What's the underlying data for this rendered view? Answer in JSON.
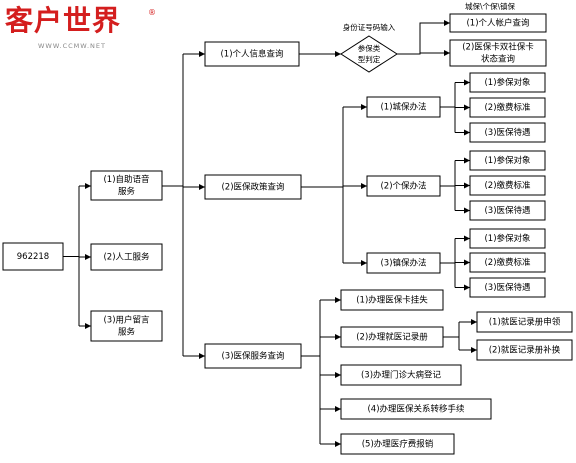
{
  "logo": {
    "title": "客户世界",
    "url": "WWW.CCMW.NET",
    "reg": "®"
  },
  "labels": {
    "idcard_input": "身份证号码输入",
    "insurance_types": "城保\\个保\\镇保"
  },
  "decision": {
    "line1": "参保类",
    "line2": "型判定"
  },
  "nodes": {
    "root": "962218",
    "self_service": [
      "(1)自助语音",
      "服务"
    ],
    "manual": "(2)人工服务",
    "message": [
      "(3)用户留言",
      "服务"
    ],
    "personal_info": "(1)个人信息查询",
    "account_query": "(1)个人帐户查询",
    "card_status": [
      "(2)医保卡双社保卡",
      "状态查询"
    ],
    "policy_query": "(2)医保政策查询",
    "city_ins": "(1)城保办法",
    "personal_ins": "(2)个保办法",
    "town_ins": "(3)镇保办法",
    "insured": "(1)参保对象",
    "payment": "(2)缴费标准",
    "benefits": "(3)医保待遇",
    "services": "(3)医保服务查询",
    "svc_card_loss": "(1)办理医保卡挂失",
    "svc_record": "(2)办理就医记录册",
    "svc_apply": "(1)就医记录册申领",
    "svc_renew": "(2)就医记录册补换",
    "svc_clinic": "(3)办理门诊大病登记",
    "svc_transfer": "(4)办理医保关系转移手续",
    "svc_reimburse": "(5)办理医疗费报销"
  }
}
